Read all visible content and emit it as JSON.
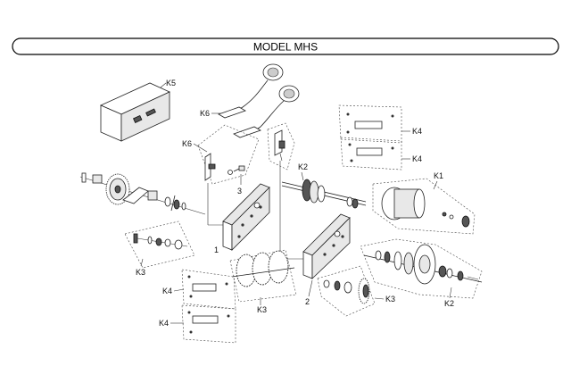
{
  "title": "MODEL MHS",
  "labels": {
    "k5": "K5",
    "k6_top": "K6",
    "k6_left": "K6",
    "k4_upper_right": "K4",
    "k4_lower_right": "K4",
    "k1": "K1",
    "k2_center": "K2",
    "three": "3",
    "one": "1",
    "k3_left": "K3",
    "k4_left_upper": "K4",
    "k4_left_lower": "K4",
    "k3_chain": "K3",
    "two": "2",
    "k3_right": "K3",
    "k2_right": "K2"
  }
}
